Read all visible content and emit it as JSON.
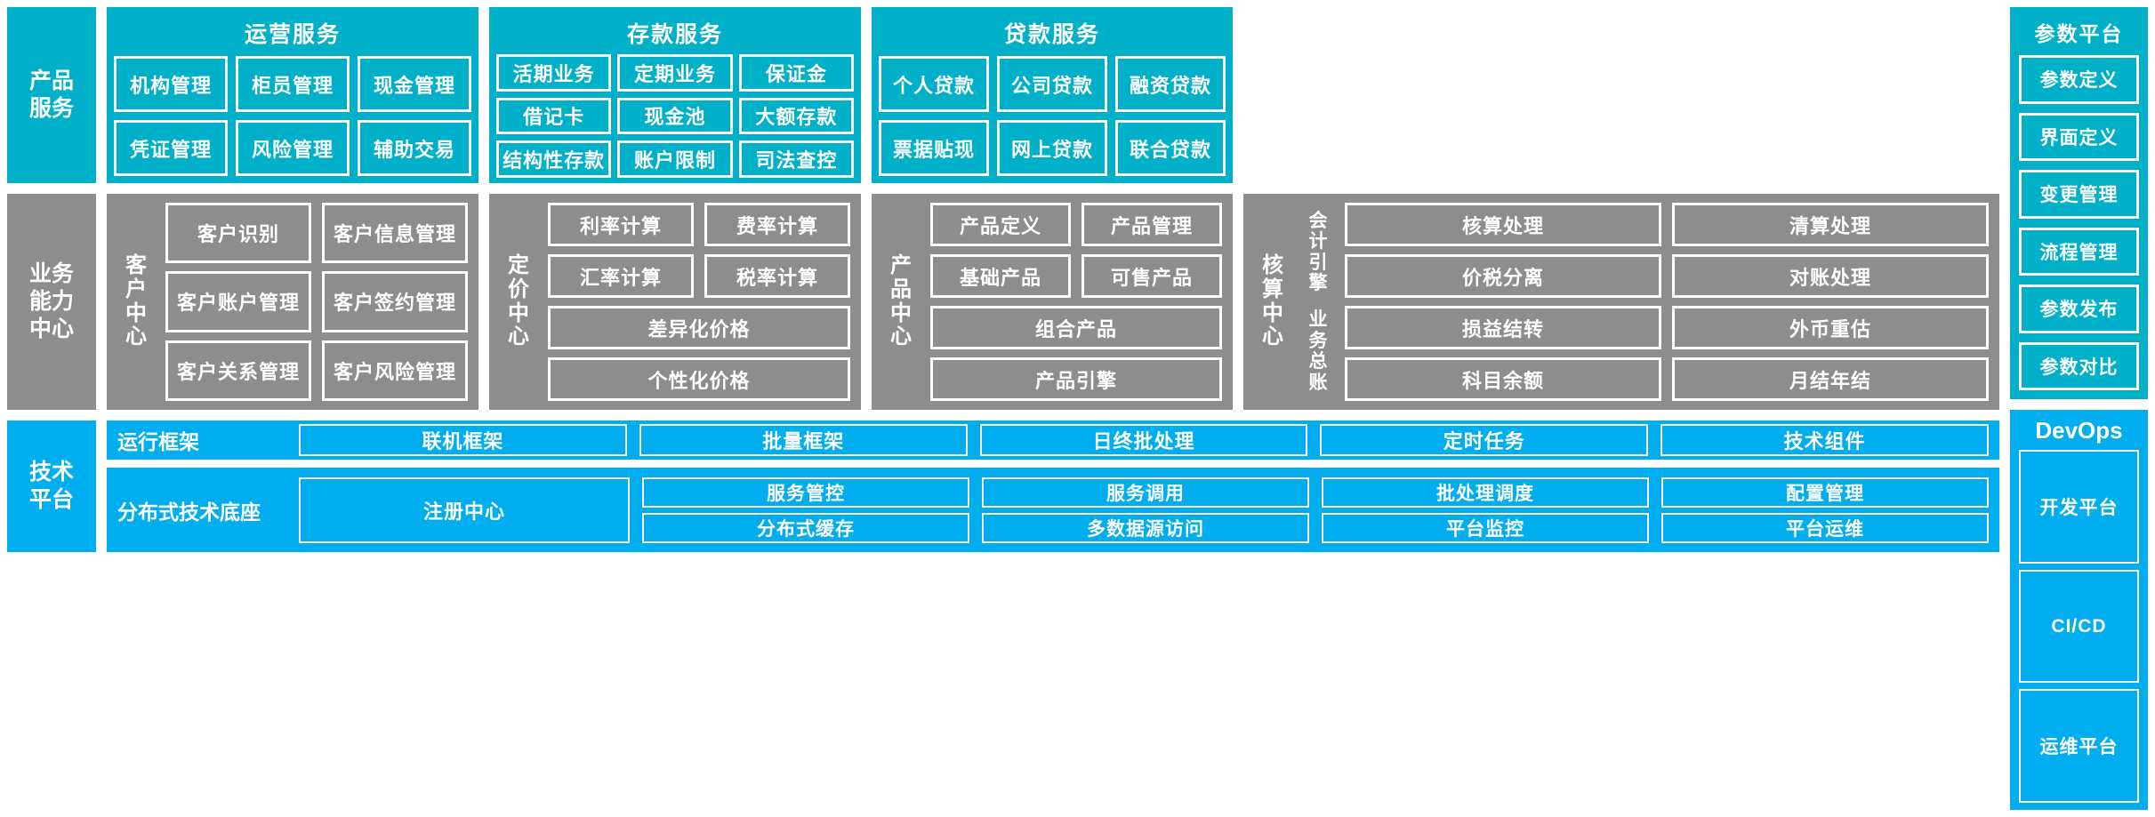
{
  "colors": {
    "service_cyan": "#00AFC8",
    "capability_gray": "#8D8D8D",
    "platform_blue": "#00AEEF",
    "box_border": "#FFFFFF",
    "text": "#FFFFFF"
  },
  "rows": {
    "product_service": {
      "side_label": "产品\n服务",
      "sections": [
        {
          "key": "operation",
          "title": "运营服务",
          "items": [
            "机构管理",
            "柜员管理",
            "现金管理",
            "凭证管理",
            "风险管理",
            "辅助交易"
          ]
        },
        {
          "key": "deposit",
          "title": "存款服务",
          "items": [
            "活期业务",
            "定期业务",
            "保证金",
            "借记卡",
            "现金池",
            "大额存款",
            "结构性存款",
            "账户限制",
            "司法查控"
          ]
        },
        {
          "key": "loan",
          "title": "贷款服务",
          "items": [
            "个人贷款",
            "公司贷款",
            "融资贷款",
            "票据贴现",
            "网上贷款",
            "联合贷款"
          ]
        }
      ]
    },
    "business_capability": {
      "side_label": "业务\n能力\n中心",
      "centers": [
        {
          "key": "customer",
          "label": "客\n户\n中\n心",
          "rows": [
            [
              "客户识别",
              "客户信息管理"
            ],
            [
              "客户账户管理",
              "客户签约管理"
            ],
            [
              "客户关系管理",
              "客户风险管理"
            ]
          ]
        },
        {
          "key": "pricing",
          "label": "定\n价\n中\n心",
          "rows": [
            [
              "利率计算",
              "费率计算"
            ],
            [
              "汇率计算",
              "税率计算"
            ],
            [
              "差异化价格"
            ],
            [
              "个性化价格"
            ]
          ]
        },
        {
          "key": "product",
          "label": "产\n品\n中\n心",
          "rows": [
            [
              "产品定义",
              "产品管理"
            ],
            [
              "基础产品",
              "可售产品"
            ],
            [
              "组合产品"
            ],
            [
              "产品引擎"
            ]
          ]
        },
        {
          "key": "accounting",
          "label": "核\n算\n中\n心",
          "sub_labels": [
            "会\n计\n引\n擎",
            "业\n务\n总\n账"
          ],
          "rows": [
            [
              "核算处理",
              "清算处理"
            ],
            [
              "价税分离",
              "对账处理"
            ],
            [
              "损益结转",
              "外币重估"
            ],
            [
              "科目余额",
              "月结年结"
            ]
          ]
        }
      ]
    },
    "technical_platform": {
      "side_label": "技术\n平台",
      "bands": [
        {
          "key": "runtime-framework",
          "label": "运行框架",
          "items": [
            "联机框架",
            "批量框架",
            "日终批处理",
            "定时任务",
            "技术组件"
          ]
        },
        {
          "key": "distributed-base",
          "label": "分布式技术底座",
          "primary": "注册中心",
          "columns": [
            [
              "服务管控",
              "分布式缓存"
            ],
            [
              "服务调用",
              "多数据源访问"
            ],
            [
              "批处理调度",
              "平台监控"
            ],
            [
              "配置管理",
              "平台运维"
            ]
          ]
        }
      ]
    }
  },
  "right_column": {
    "parameter_platform": {
      "title": "参数平台",
      "items": [
        "参数定义",
        "界面定义",
        "变更管理",
        "流程管理",
        "参数发布",
        "参数对比"
      ]
    },
    "devops": {
      "title": "DevOps",
      "items": [
        "开发平台",
        "CI/CD",
        "运维平台"
      ]
    }
  }
}
